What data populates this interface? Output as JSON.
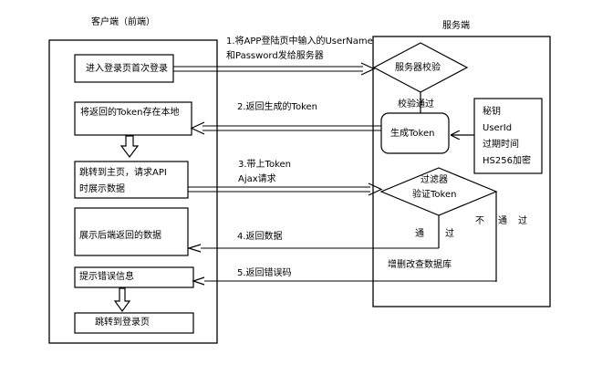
{
  "client": {
    "title": "客户端（前端）",
    "boxes": [
      "进入登录页首次登录",
      "将返回的Token存在本地",
      [
        "跳转到主页，请求API",
        "时展示数据"
      ],
      "展示后端返回的数据",
      "提示错误信息",
      "跳转到登录页"
    ]
  },
  "server": {
    "title": "服务端",
    "verify_diamond": "服务器校验",
    "verify_pass": "校验通过",
    "gen_token": "生成Token",
    "token_parts": [
      "秘钥",
      "UserId",
      "过期时间",
      "HS256加密"
    ],
    "filter_diamond": [
      "过滤器",
      "验证Token"
    ],
    "pass_left": [
      "通",
      "过"
    ],
    "fail_right": [
      "不",
      "通",
      "过"
    ],
    "db": "增删改查数据库"
  },
  "messages": {
    "m1": [
      "1.将APP登陆页中输入的UserName",
      "和Password发给服务器"
    ],
    "m2": "2.返回生成的Token",
    "m3": [
      "3.带上Token",
      "Ajax请求"
    ],
    "m4": "4.返回数据",
    "m5": "5.返回错误码"
  }
}
